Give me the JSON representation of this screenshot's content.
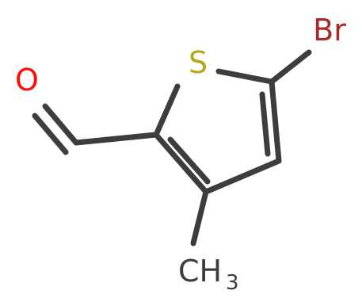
{
  "molecule": {
    "atoms": {
      "oxygen": "O",
      "sulfur": "S",
      "bromine": "Br",
      "methyl_main": "CH",
      "methyl_sub": "3"
    },
    "colors": {
      "bond": "#3d3d3d",
      "oxygen": "#ff0d0d",
      "sulfur": "#b2a81c",
      "bromine": "#a52a2a",
      "carbon_label": "#3d3d3d"
    }
  }
}
